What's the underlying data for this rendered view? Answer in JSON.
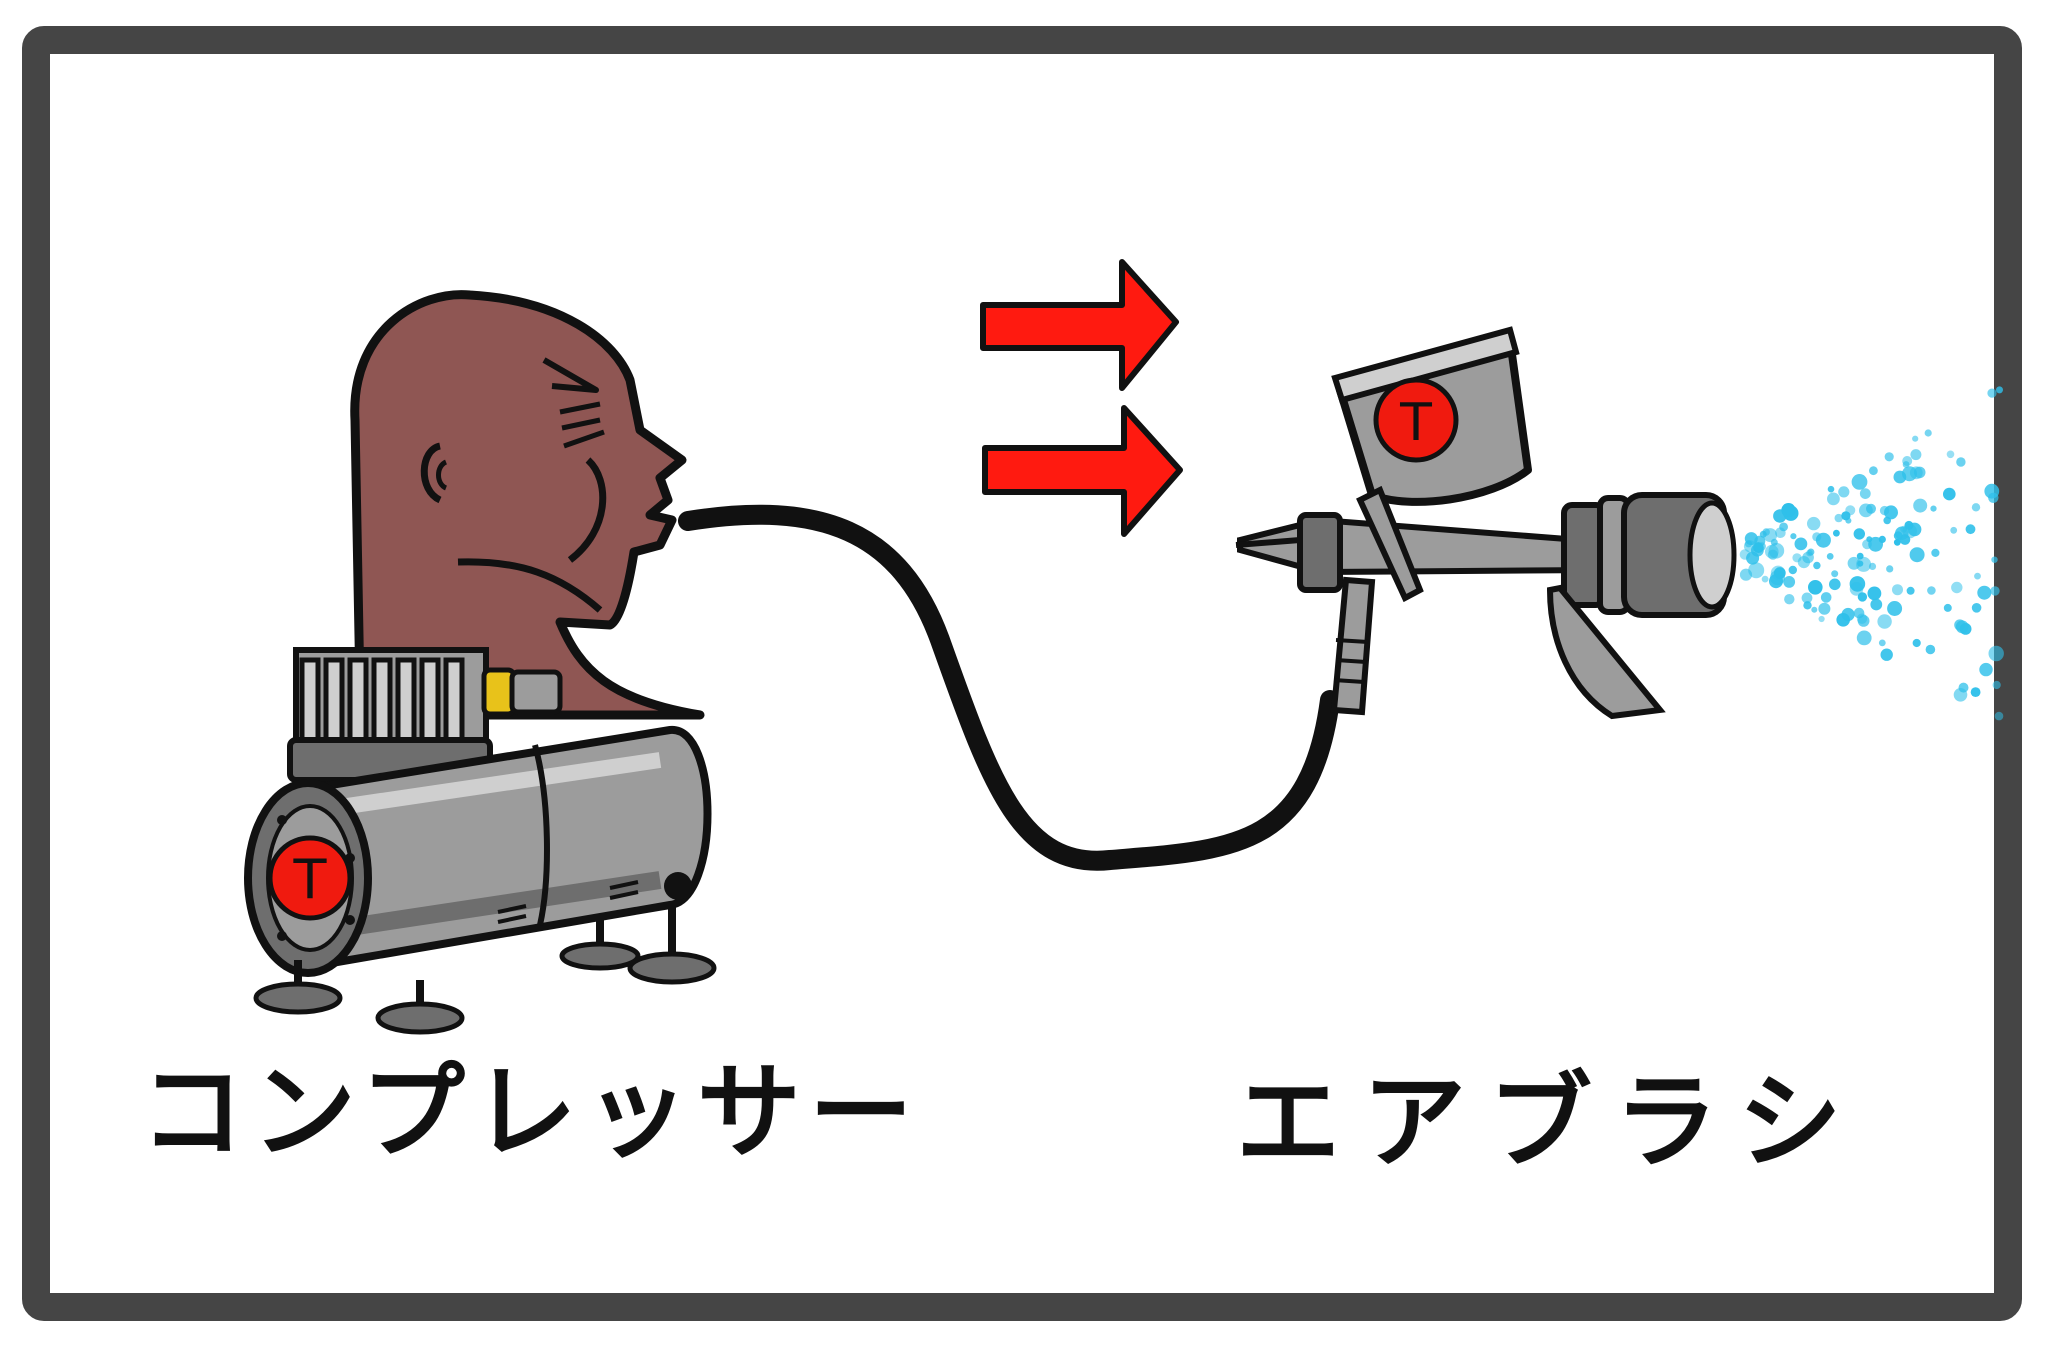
{
  "labels": {
    "compressor": "コンプレッサー",
    "airbrush": "エアブラシ"
  },
  "colors": {
    "frame": "#454545",
    "background": "#ffffff",
    "head_skin": "#8f5653",
    "arrow": "#ff1a10",
    "logo_red": "#f01a0f",
    "metal_dark": "#6e6e6e",
    "metal_mid": "#9c9c9c",
    "metal_light": "#cfcfcf",
    "hose": "#111111",
    "spray": "#2fc0ea",
    "fitting_yellow": "#e8c21a"
  },
  "icons": {
    "head": "blowing-head-icon",
    "compressor": "air-compressor-icon",
    "airbrush": "airbrush-icon",
    "arrows": "right-arrow-icon",
    "spray": "spray-mist-icon",
    "logo": "t-logo-icon"
  },
  "logo_letter": "T"
}
